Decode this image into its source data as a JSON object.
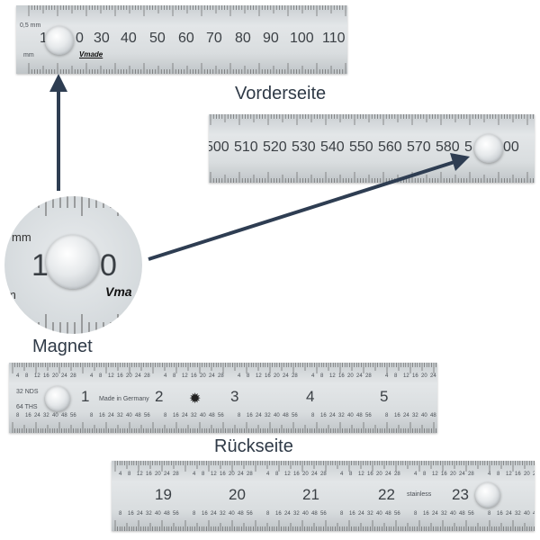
{
  "front_top": {
    "unit_small": "0,5 mm",
    "unit": "mm",
    "brand": "Vmade",
    "numbers": [
      "1",
      "0",
      "30",
      "40",
      "50",
      "60",
      "70",
      "80",
      "90",
      "100",
      "110"
    ]
  },
  "front_end": {
    "numbers": [
      "500",
      "510",
      "520",
      "530",
      "540",
      "550",
      "560",
      "570",
      "580",
      "5",
      "00"
    ]
  },
  "captions": {
    "front": "Vorderseite",
    "magnet": "Magnet",
    "back": "Rückseite"
  },
  "zoom": {
    "unit": "mm",
    "unit_lower": "m",
    "digit_left": "1",
    "digit_right": "0",
    "brand": "Vma"
  },
  "back_top": {
    "label_nds": "32 NDS",
    "label_ths": "64 THS",
    "made_in": "Made in Germany",
    "numbers": [
      "1",
      "2",
      "3",
      "4",
      "5"
    ],
    "sub_numbers_top": [
      "4",
      "8",
      "12",
      "16",
      "20",
      "24",
      "28"
    ],
    "sub_numbers_bottom": [
      "8",
      "16",
      "24",
      "32",
      "40",
      "48",
      "56"
    ]
  },
  "back_end": {
    "numbers": [
      "19",
      "20",
      "21",
      "22",
      "23"
    ],
    "stainless": "stainless"
  },
  "colors": {
    "arrow": "#2e3d52",
    "caption": "#2f3a47",
    "ruler_text": "#3a3f44"
  }
}
